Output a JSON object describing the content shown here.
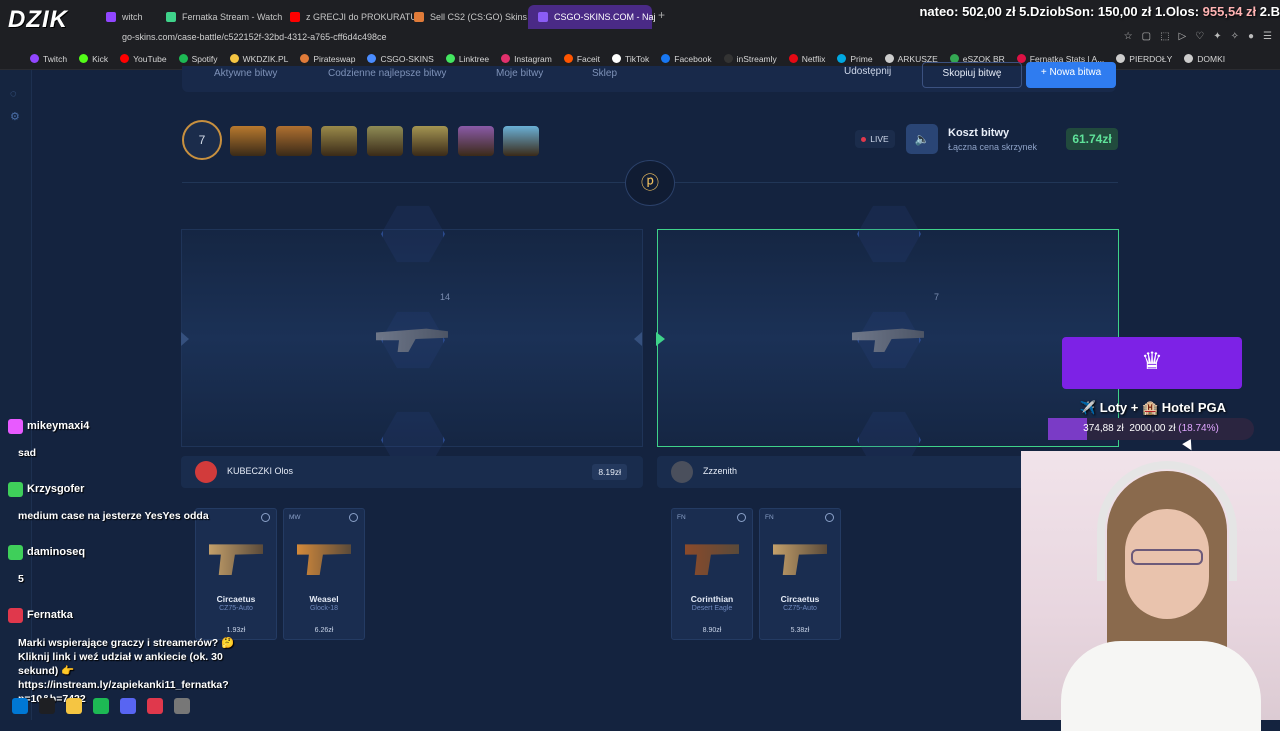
{
  "browser": {
    "tabs": [
      {
        "label": "witch",
        "color": "#9146ff"
      },
      {
        "label": "Fernatka Stream - Watch",
        "color": "#3fd28a"
      },
      {
        "label": "z GRECJI do PROKURATU",
        "color": "#ff0000"
      },
      {
        "label": "Sell CS2 (CS:GO) Skins |",
        "color": "#e07b39"
      },
      {
        "label": "CSGO-SKINS.COM - Naj",
        "color": "#8b5cf6"
      }
    ],
    "active_tab_index": 4,
    "new_tab": "+",
    "url": "go-skins.com/case-battle/c522152f-32bd-4312-a765-cff6d4c498ce",
    "bookmarks": [
      {
        "label": "Twitch",
        "color": "#9146ff"
      },
      {
        "label": "Kick",
        "color": "#53fc18"
      },
      {
        "label": "YouTube",
        "color": "#ff0000"
      },
      {
        "label": "Spotify",
        "color": "#1db954"
      },
      {
        "label": "WKDZIK.PL",
        "color": "#f5c542"
      },
      {
        "label": "Pirateswap",
        "color": "#e07b39"
      },
      {
        "label": "CSGO-SKINS",
        "color": "#4a8cff"
      },
      {
        "label": "Linktree",
        "color": "#43e660"
      },
      {
        "label": "Instagram",
        "color": "#e1306c"
      },
      {
        "label": "Faceit",
        "color": "#ff5500"
      },
      {
        "label": "TikTok",
        "color": "#ffffff"
      },
      {
        "label": "Facebook",
        "color": "#1877f2"
      },
      {
        "label": "inStreamly",
        "color": "#333333"
      },
      {
        "label": "Netflix",
        "color": "#e50914"
      },
      {
        "label": "Prime",
        "color": "#00a8e1"
      },
      {
        "label": "ARKUSZE",
        "color": "#cccccc"
      },
      {
        "label": "eSZOK BR",
        "color": "#34a853"
      },
      {
        "label": "Fernatka Stats | A...",
        "color": "#d14"
      },
      {
        "label": "PIERDOŁY",
        "color": "#cccccc"
      },
      {
        "label": "DOMKI",
        "color": "#cccccc"
      }
    ]
  },
  "overlay": {
    "logo": "DZIK",
    "leaderboard_a": "nateo: 502,00 zł  5.DziobSon: 150,00 zł  1.Olos: ",
    "leaderboard_hl": "955,54 zł",
    "leaderboard_b": "  2.B"
  },
  "site": {
    "nav": [
      "Aktywne bitwy",
      "Codzienne najlepsze bitwy",
      "Moje bitwy",
      "Sklep"
    ],
    "share": "Udostępnij",
    "copy_battle": "Skopiuj bitwę",
    "new_battle": "+ Nowa bitwa",
    "rounds": "7",
    "live": "LIVE",
    "cost_title": "Koszt bitwy",
    "cost_sub": "Łączna cena skrzynek",
    "cost_value": "61.74zł",
    "case_colors": [
      "#b8792e",
      "#b07030",
      "#9a8a4a",
      "#8f8c55",
      "#a49552",
      "#8a5aa8",
      "#6ab0d6"
    ]
  },
  "reels": [
    {
      "count": "14"
    },
    {
      "count": "7"
    }
  ],
  "players": [
    {
      "name": "KUBECZKI Olos",
      "total": "8.19zł",
      "avatar_color": "#d23b3b",
      "items": [
        {
          "cond": "",
          "name": "Circaetus",
          "type": "CZ75-Auto",
          "price": "1.93zł",
          "color": "#c4a06a"
        },
        {
          "cond": "MW",
          "name": "Weasel",
          "type": "Glock-18",
          "price": "6.26zł",
          "color": "#d48a3a"
        }
      ]
    },
    {
      "name": "Zzzenith",
      "total": "",
      "avatar_color": "#4a4f5c",
      "items": [
        {
          "cond": "FN",
          "name": "Corinthian",
          "type": "Desert Eagle",
          "price": "8.90zł",
          "color": "#8b4a2a"
        },
        {
          "cond": "FN",
          "name": "Circaetus",
          "type": "CZ75-Auto",
          "price": "5.38zł",
          "color": "#c4a06a"
        }
      ]
    }
  ],
  "chat": [
    {
      "user": "mikeymaxi4",
      "message": "sad",
      "badge_color": "#e85aff"
    },
    {
      "user": "Krzysgofer",
      "message": "medium case na jesterze YesYes odda",
      "badge_color": "#3fcf5a"
    },
    {
      "user": "daminoseq",
      "message": "5",
      "badge_color": "#3fcf5a"
    },
    {
      "user": "Fernatka",
      "message": "Marki wspierające graczy i streamerów? 🤔 Kliknij link i weź udział w ankiecie (ok. 30 sekund) 👉 https://instream.ly/zapiekanki11_fernatka?p=10&b=7422",
      "badge_color": "#e0384c"
    }
  ],
  "goal": {
    "title": "✈️ Loty + 🏨 Hotel PGA",
    "current": "374,88 zł",
    "target": "2000,00 zł",
    "percent": "(18.74%)",
    "progress": 0.1874
  },
  "taskbar": [
    "#0078d4",
    "#1e1f23",
    "#f5c542",
    "#1db954",
    "#5865f2",
    "#e0384c",
    "#777777"
  ]
}
